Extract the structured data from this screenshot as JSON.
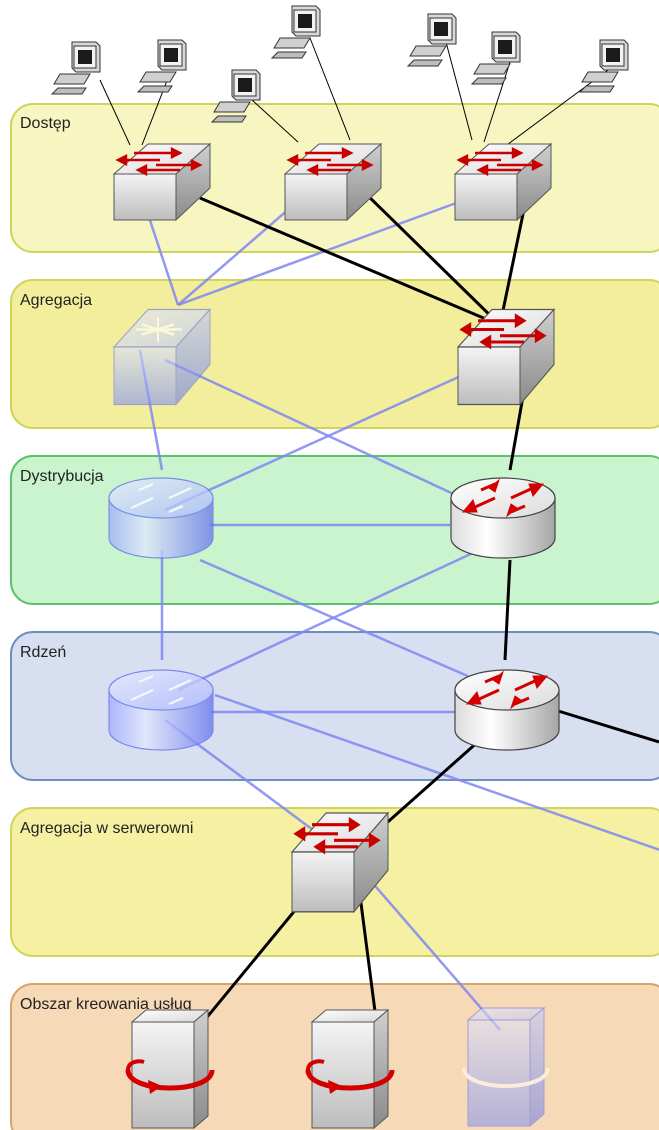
{
  "layers": [
    {
      "id": "access",
      "label": "Dostęp",
      "fill": "#f8f6c0",
      "stroke": "#cfd45a"
    },
    {
      "id": "aggregation",
      "label": "Agregacja",
      "fill": "#f3ee9c",
      "stroke": "#cfd45a"
    },
    {
      "id": "distribution",
      "label": "Dystrybucja",
      "fill": "#c9f4cd",
      "stroke": "#5cc26a"
    },
    {
      "id": "core",
      "label": "Rdzeń",
      "fill": "#d7dff0",
      "stroke": "#6d8fbf"
    },
    {
      "id": "dc-aggregation",
      "label": "Agregacja w serwerowni",
      "fill": "#f6f0a2",
      "stroke": "#cfd45a"
    },
    {
      "id": "services",
      "label": "Obszar kreowania usług",
      "fill": "#f6d9b6",
      "stroke": "#d6a36a"
    }
  ],
  "colors": {
    "primary_link": "#000000",
    "backup_link": "#7f86f2",
    "arrow": "#d40000",
    "device_gray": "#e6e6e6",
    "device_blue": "#aab8ff"
  },
  "icons": {
    "pc": "desktop-computer-icon",
    "switch": "switch-icon",
    "router": "router-icon",
    "server": "server-icon"
  }
}
